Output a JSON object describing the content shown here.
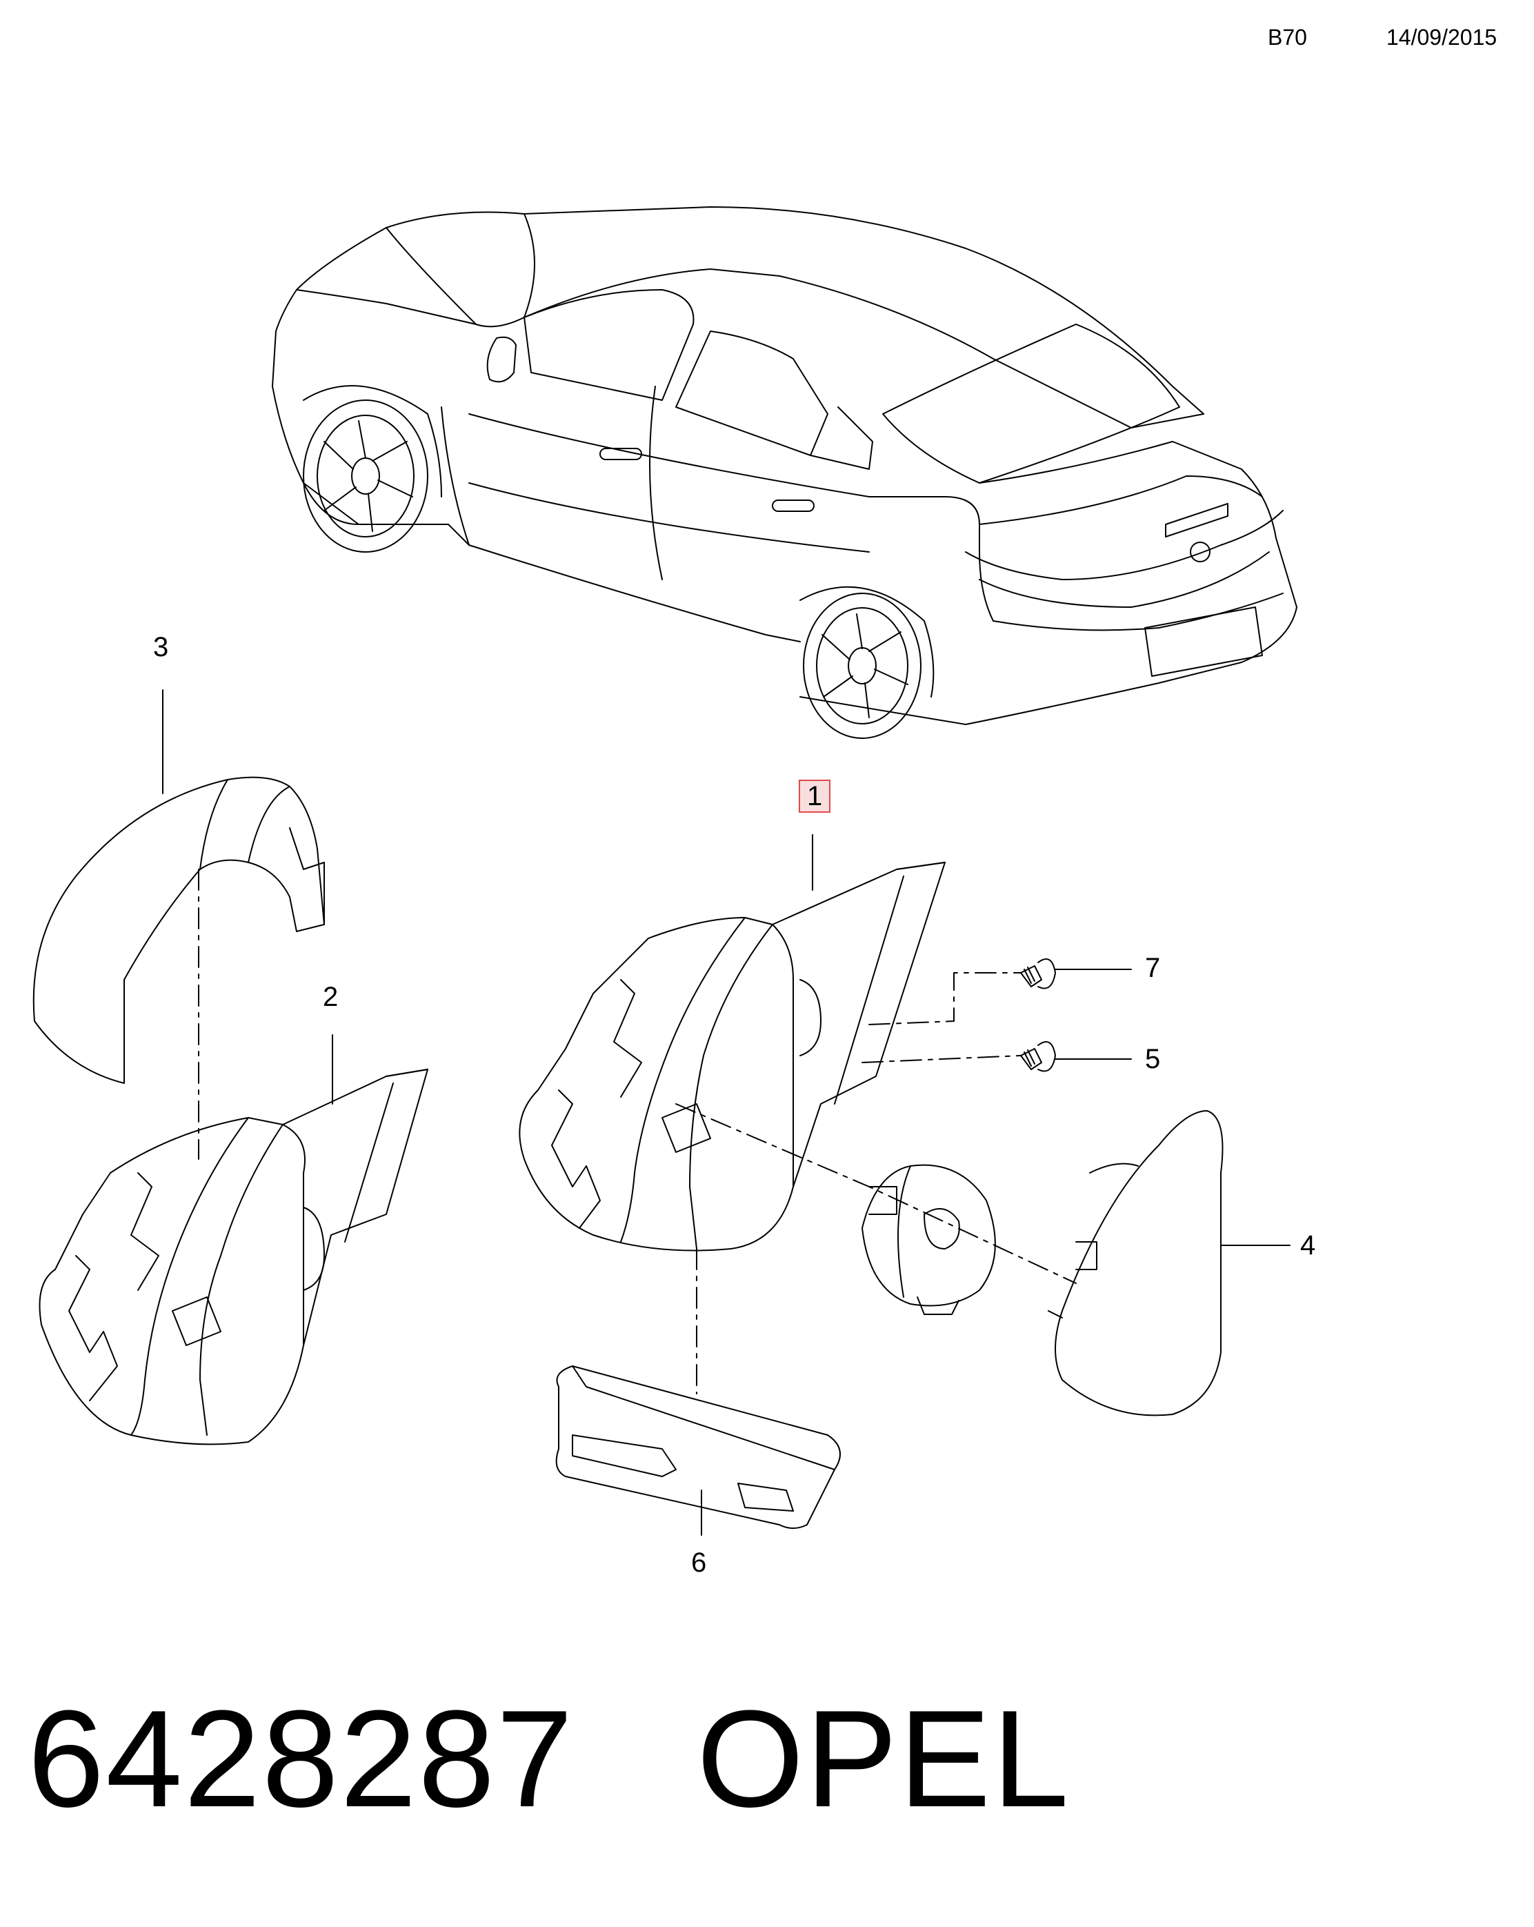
{
  "header": {
    "code": "B70",
    "date": "14/09/2015"
  },
  "callouts": [
    {
      "id": "1",
      "label": "1",
      "highlighted": true
    },
    {
      "id": "2",
      "label": "2",
      "highlighted": false
    },
    {
      "id": "3",
      "label": "3",
      "highlighted": false
    },
    {
      "id": "4",
      "label": "4",
      "highlighted": false
    },
    {
      "id": "5",
      "label": "5",
      "highlighted": false
    },
    {
      "id": "6",
      "label": "6",
      "highlighted": false
    },
    {
      "id": "7",
      "label": "7",
      "highlighted": false
    }
  ],
  "footer": {
    "part_number": "6428287",
    "brand": "OPEL"
  },
  "colors": {
    "line": "#000000",
    "highlight_border": "#e04a4a",
    "highlight_fill": "#f8dede"
  }
}
